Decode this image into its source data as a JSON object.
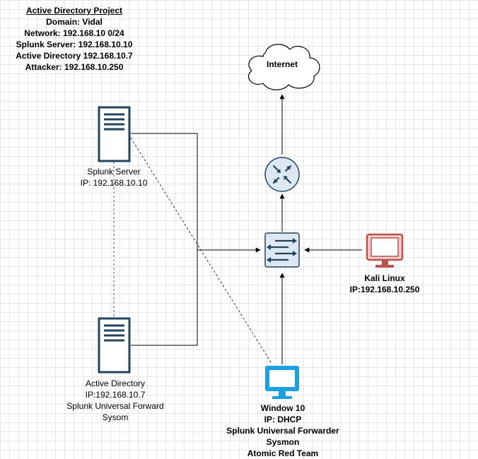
{
  "project": {
    "title": "Active Directory Project",
    "lines": [
      "Domain: Vidal",
      "Network: 192.168.10 0/24",
      "Splunk Server: 192.168.10.10",
      "Active Directory 192.168.10.7",
      "Attacker: 192.168.10.250"
    ]
  },
  "internet": {
    "label": "Internet"
  },
  "splunk_server": {
    "name": "Splunk Server",
    "ip": "IP: 192.168.10.10"
  },
  "active_directory": {
    "name": "Active Directory",
    "ip": "IP:192.168.10.7",
    "line3": "Splunk Universal Forward",
    "line4": "Sysom"
  },
  "kali": {
    "name": "Kali Linux",
    "ip": "IP:192.168.10.250"
  },
  "windows": {
    "name": "Window 10",
    "ip": "IP: DHCP",
    "line3": "Splunk Universal Forwarder",
    "line4": "Sysmon",
    "line5": "Atomic Red Team"
  },
  "colors": {
    "server_stroke": "#23445d",
    "network_device_fill": "#dde8f2",
    "kali_fill": "#f8cecc",
    "kali_stroke": "#b85450",
    "windows": "#1ba1e2"
  },
  "icons": [
    "cloud-icon",
    "router-icon",
    "switch-icon",
    "server-icon",
    "monitor-icon"
  ]
}
